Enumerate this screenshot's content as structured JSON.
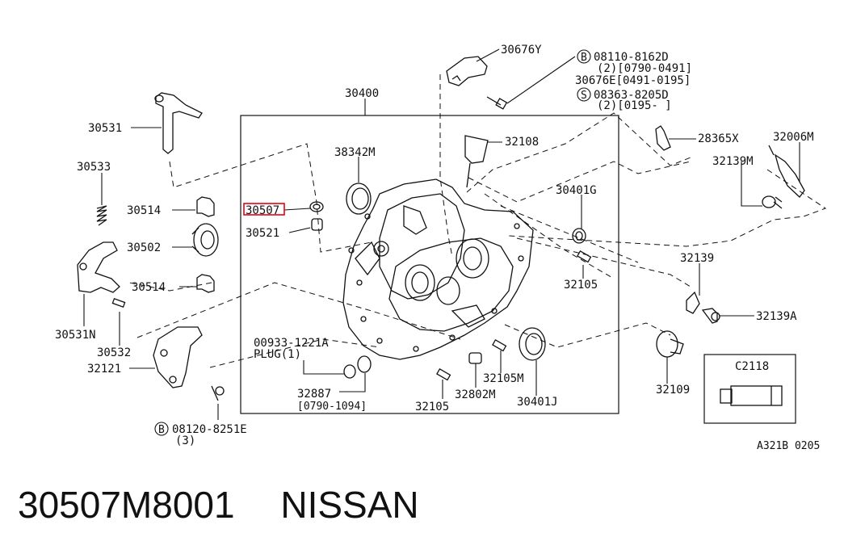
{
  "labels": {
    "p30676Y": "30676Y",
    "bolt08110": "08110-8162D",
    "bolt08110_qty": "(2)[0790-0491]",
    "p30676E": "30676E[0491-0195]",
    "screw08363": "08363-8205D",
    "screw08363_qty": "(2)[0195-     ]",
    "p30400": "30400",
    "p30531": "30531",
    "p38342M": "38342M",
    "p32108": "32108",
    "p28365X": "28365X",
    "p32006M": "32006M",
    "p32139M": "32139M",
    "p30533": "30533",
    "p30401G": "30401G",
    "p30514a": "30514",
    "p30507": "30507",
    "p30521": "30521",
    "p30502": "30502",
    "p32105a": "32105",
    "p32139": "32139",
    "p30514b": "30514",
    "p32139A": "32139A",
    "p30531N": "30531N",
    "p00933": "00933-1221A",
    "plug": "PLUG(1)",
    "p32532": "30532",
    "p32121": "32121",
    "p32105M": "32105M",
    "p32109": "32109",
    "pC2118": "C2118",
    "p32887": "32887",
    "p32887_range": "[0790-1094]",
    "p32802M": "32802M",
    "p30401J": "30401J",
    "p32105b": "32105",
    "bolt08120": "08120-8251E",
    "bolt08120_qty": "(3)",
    "circleB": "B",
    "circleS": "S",
    "ref": "A321B 0205"
  },
  "footer": {
    "part_number": "30507M8001",
    "brand": "NISSAN"
  },
  "highlight_color": "#e60012"
}
